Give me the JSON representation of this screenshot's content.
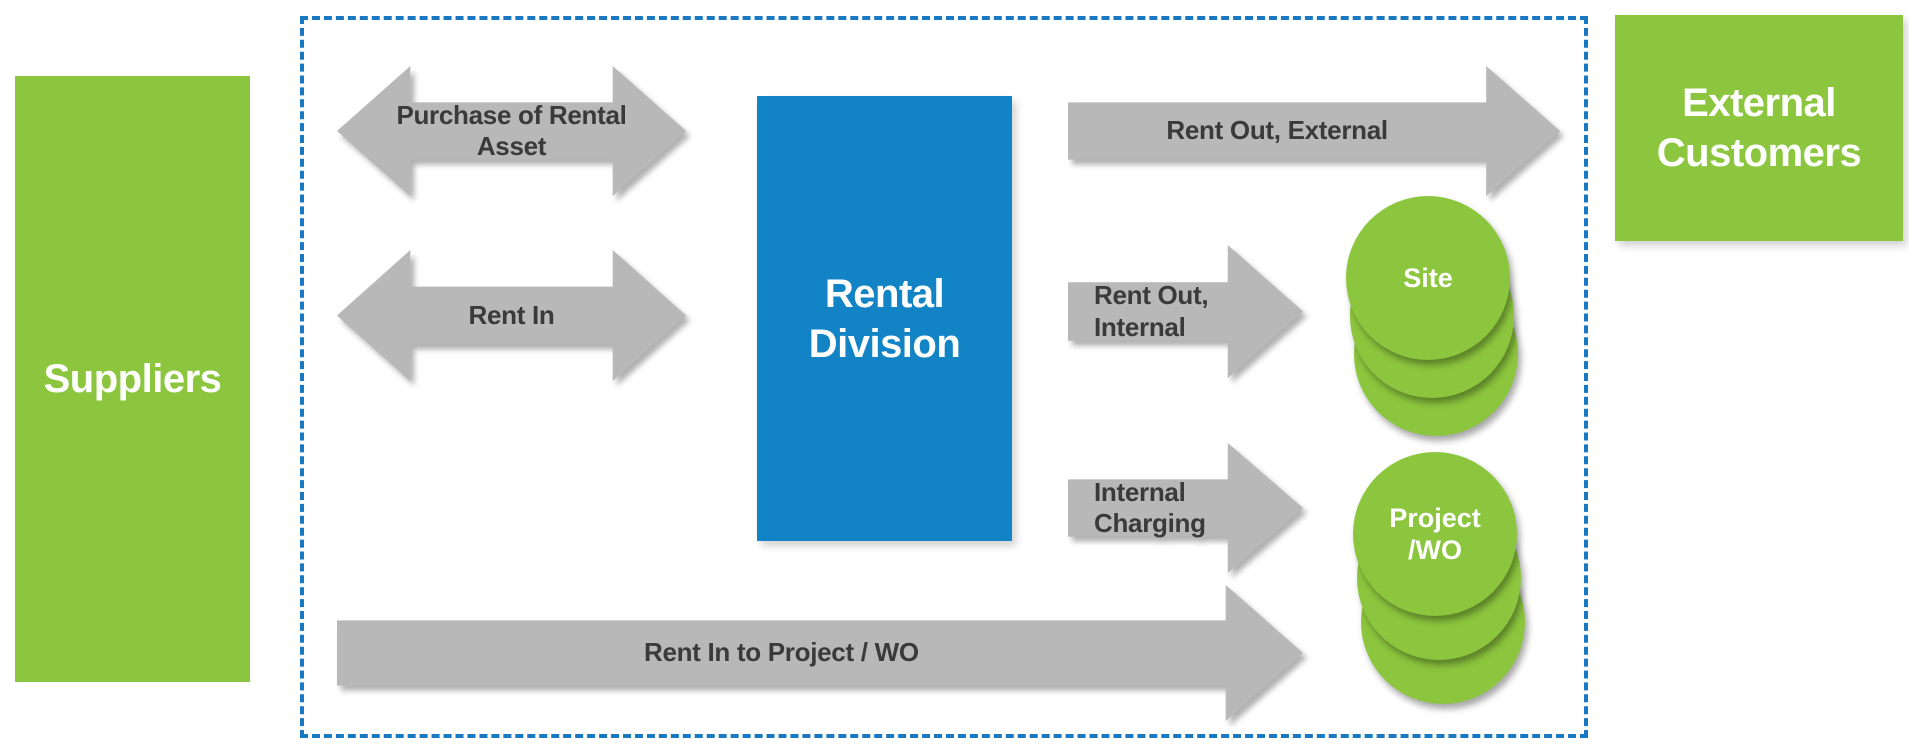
{
  "diagram": {
    "entities": {
      "suppliers": "Suppliers",
      "external_customers": "External Customers",
      "rental_division": "Rental Division"
    },
    "flows": {
      "purchase_of_rental_asset": "Purchase of Rental Asset",
      "rent_in": "Rent In",
      "rent_out_external": "Rent Out, External",
      "rent_out_internal": "Rent Out, Internal",
      "internal_charging": "Internal Charging",
      "rent_in_to_project_wo": "Rent In to Project / WO"
    },
    "nodes": {
      "site": "Site",
      "project_wo": "Project /WO"
    },
    "colors": {
      "green": "#8CC63E",
      "blue": "#1283C4",
      "dashed_border_blue": "#1878C2",
      "arrow_gray": "#B8B8B8",
      "arrow_text": "#3A3A3A"
    }
  }
}
